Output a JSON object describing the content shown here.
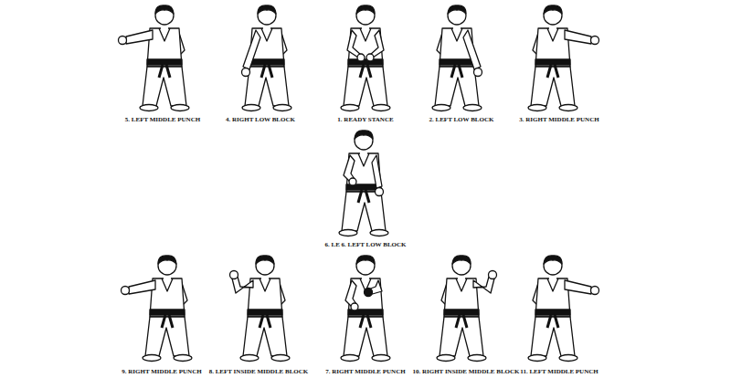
{
  "diagram": {
    "labels": [
      "5. LEFT MIDDLE PUNCH",
      "4. RIGHT LOW BLOCK",
      "1. READY STANCE",
      "2. LEFT LOW BLOCK",
      "3. RIGHT MIDDLE PUNCH",
      "6. LE 6. LEFT LOW BLOCK",
      "9. RIGHT MIDDLE PUNCH",
      "8. LEFT INSIDE MIDDLE BLOCK",
      "7. RIGHT MIDDLE PUNCH",
      "10. RIGHT INSIDE MIDDLE BLOCK",
      "11. LEFT MIDDLE PUNCH"
    ]
  }
}
